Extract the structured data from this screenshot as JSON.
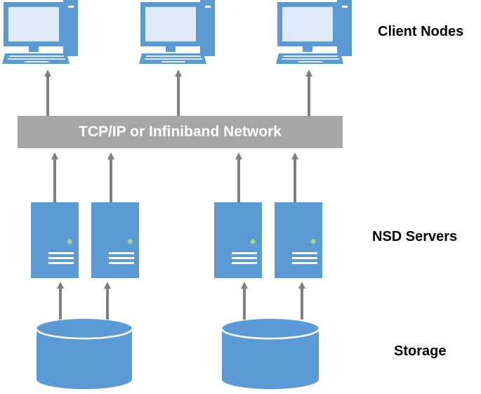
{
  "labels": {
    "client_nodes": "Client Nodes",
    "nsd_servers": "NSD Servers",
    "storage": "Storage"
  },
  "network": {
    "label": "TCP/IP or Infiniband Network"
  },
  "colors": {
    "node_blue": "#5b9bd5",
    "node_dark": "#4a89c8",
    "screen": "#deebf7",
    "network_gray": "#a6a6a6",
    "arrow_gray": "#7f7f7f",
    "led_green": "#a9d18e"
  },
  "icons": {
    "client": "desktop-computer-icon",
    "server": "server-tower-icon",
    "storage": "database-cylinder-icon"
  }
}
